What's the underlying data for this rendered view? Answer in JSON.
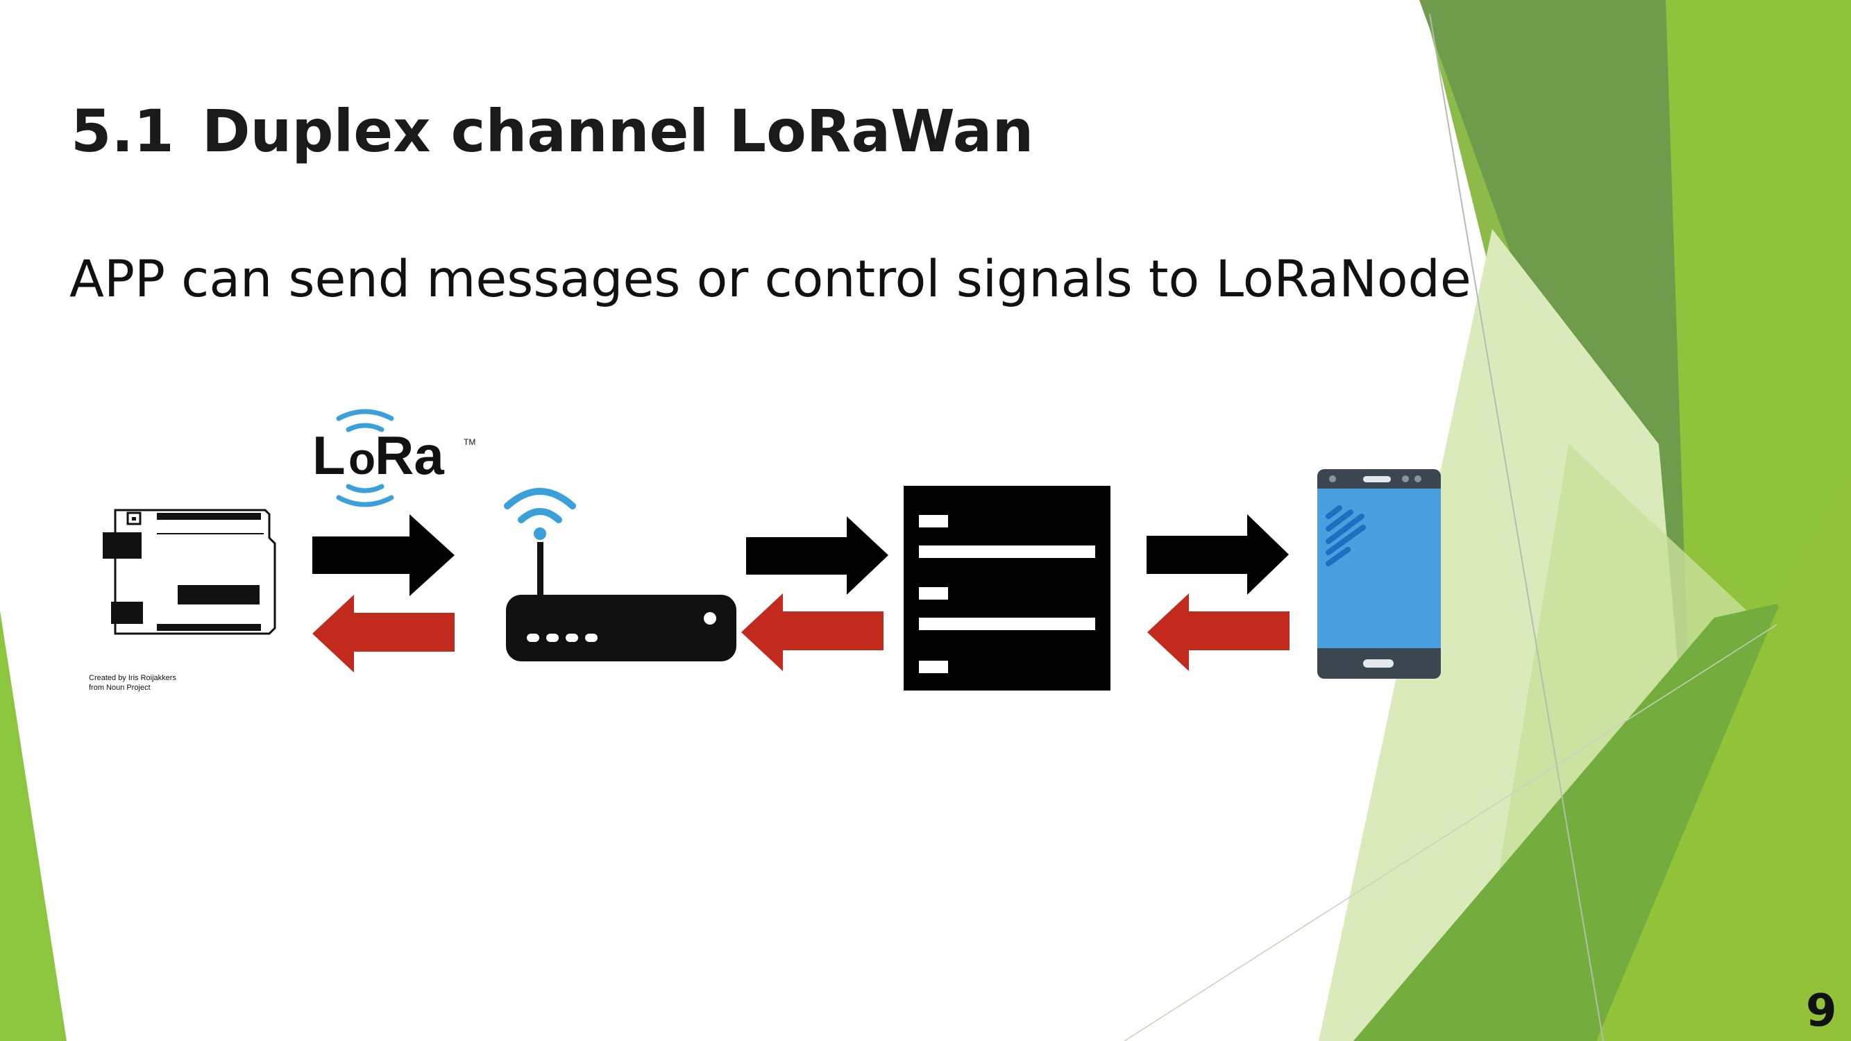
{
  "slide": {
    "section_number": "5.1",
    "title": "Duplex channel LoRaWan",
    "subtitle": "APP can send messages or control signals to LoRaNode",
    "page_number": "9"
  },
  "diagram": {
    "nodes": [
      {
        "id": "lora-node",
        "icon": "arduino-board-icon"
      },
      {
        "id": "gateway",
        "icon": "router-icon"
      },
      {
        "id": "server",
        "icon": "server-rack-icon"
      },
      {
        "id": "app",
        "icon": "smartphone-icon"
      }
    ],
    "links": [
      {
        "from": "lora-node",
        "to": "gateway",
        "uplink_color": "#000000",
        "downlink_color": "#c22a1d"
      },
      {
        "from": "gateway",
        "to": "server",
        "uplink_color": "#000000",
        "downlink_color": "#c22a1d"
      },
      {
        "from": "server",
        "to": "app",
        "uplink_color": "#000000",
        "downlink_color": "#c22a1d"
      }
    ],
    "lora_logo": {
      "text_l": "L",
      "text_o": "o",
      "text_ra": "Ra",
      "trademark": "TM",
      "wave_color": "#3aa0dc"
    },
    "credit": [
      "Created by Iris Roijakkers",
      "from Noun Project"
    ]
  },
  "colors": {
    "accent_green": "#8cc63f",
    "dark_green": "#5a9a32",
    "arrow_forward": "#000000",
    "arrow_back": "#c22a1d",
    "phone_screen": "#4a9fdf",
    "phone_body": "#3b4650"
  }
}
